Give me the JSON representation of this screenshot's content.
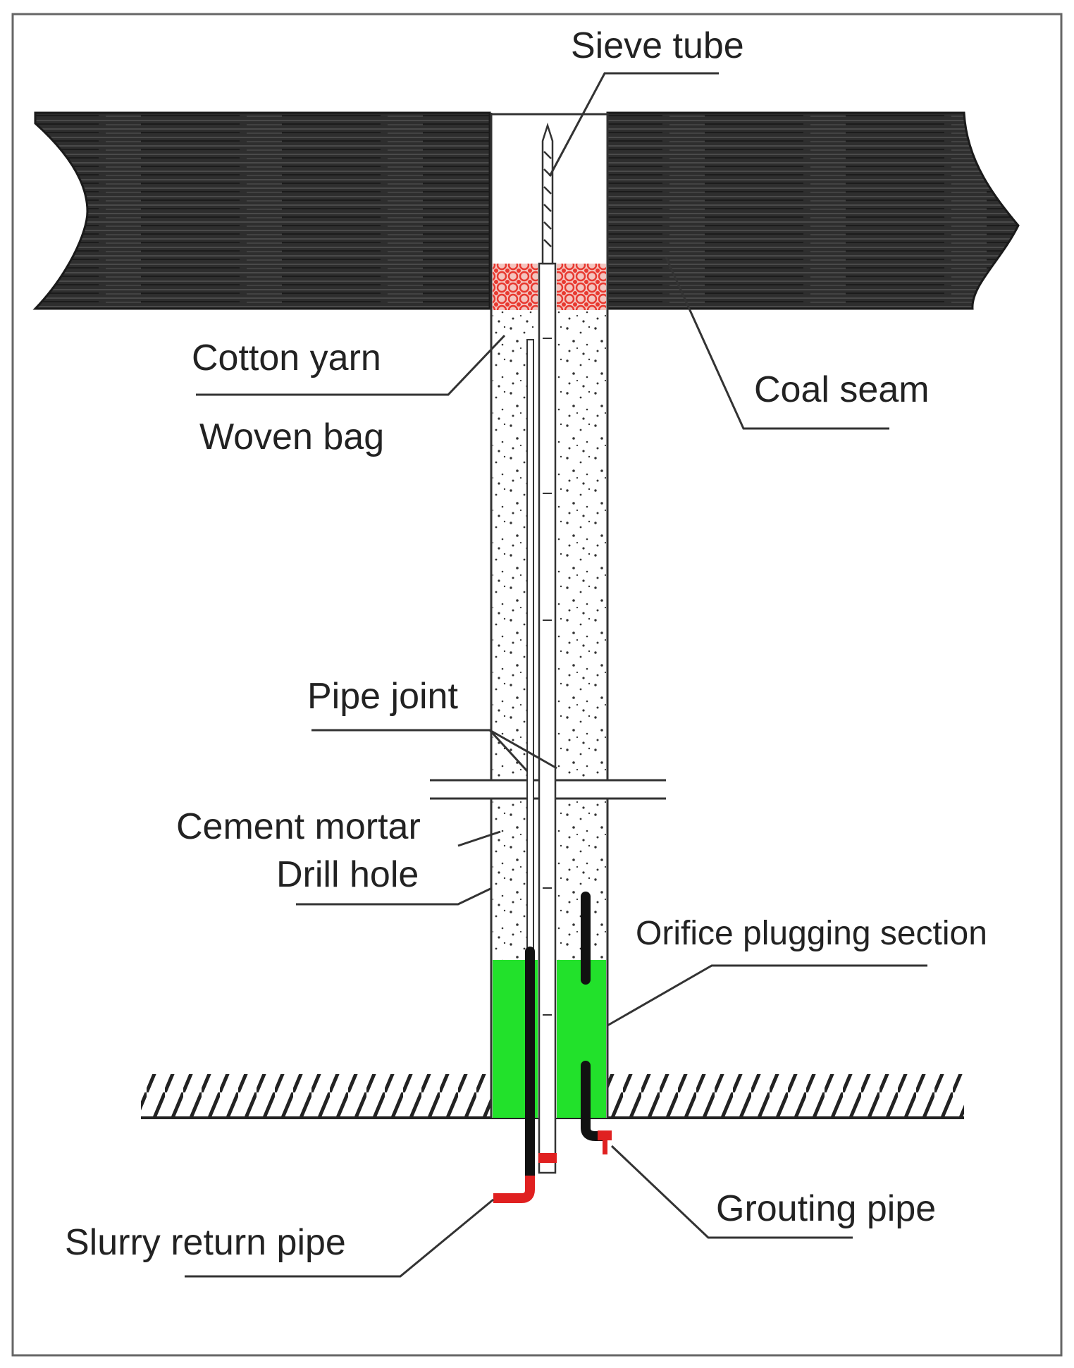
{
  "labels": {
    "sieve_tube": "Sieve tube",
    "coal_seam": "Coal seam",
    "cotton_yarn": "Cotton yarn",
    "woven_bag": "Woven bag",
    "pipe_joint": "Pipe joint",
    "cement_mortar": "Cement mortar",
    "drill_hole": "Drill hole",
    "orifice_plugging_section": "Orifice plugging section",
    "grouting_pipe": "Grouting pipe",
    "slurry_return_pipe": "Slurry return pipe"
  },
  "colors": {
    "coal_seam": "#2b2b2b",
    "cotton_yarn_fill": "#e8382f",
    "orifice_plugging_fill": "#22e12b",
    "valve_red": "#e02020",
    "pipe_black": "#111111",
    "line": "#333333"
  }
}
